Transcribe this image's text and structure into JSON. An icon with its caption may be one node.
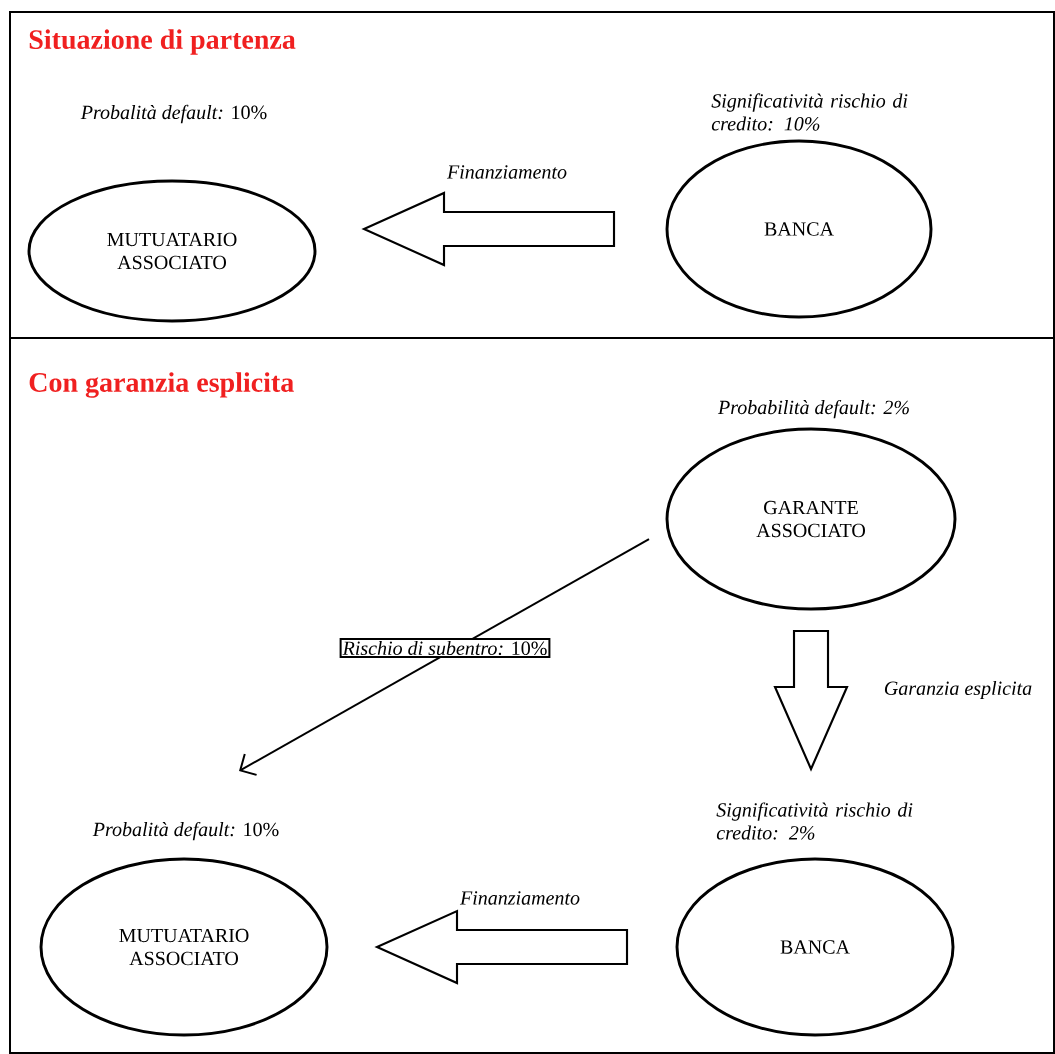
{
  "diagram": {
    "nodes": [
      {
        "text": [
          "Situazione di partenza"
        ]
      },
      {
        "text": [
          "MUTUATARIO ASSOCIATO"
        ],
        "in": 0,
        "beside": [
          "*Probalità default:* 10%"
        ]
      },
      {
        "text": [
          "BANCA"
        ],
        "in": 0,
        "beside": [
          "Significatività rischio di credito: 10%"
        ]
      },
      {
        "text": [
          "Con garanzia esplicita"
        ]
      },
      {
        "text": [
          "GARANTE ASSOCIATO"
        ],
        "in": 3,
        "beside": [
          "Probabilità default: 2%"
        ]
      },
      {
        "text": [
          "MUTUATARIO ASSOCIATO"
        ],
        "in": 3,
        "beside": [
          "*Probalità default:* 10%"
        ]
      },
      {
        "text": [
          "BANCA"
        ],
        "in": 3,
        "beside": [
          "Significatività rischio di credito: 2%"
        ]
      }
    ],
    "edges": [
      {
        "from": 2,
        "to": 1,
        "arrow": "to",
        "label": "Finanziamento",
        "style": "thick"
      },
      {
        "from": 4,
        "to": 5,
        "arrow": "to",
        "label": "*Rischio di subentro:* 10%"
      },
      {
        "from": 4,
        "to": 6,
        "arrow": "to",
        "label": "Garanzia esplicita",
        "style": "thick"
      },
      {
        "from": 6,
        "to": 5,
        "arrow": "to",
        "label": "Finanziamento",
        "style": "thick"
      }
    ]
  }
}
